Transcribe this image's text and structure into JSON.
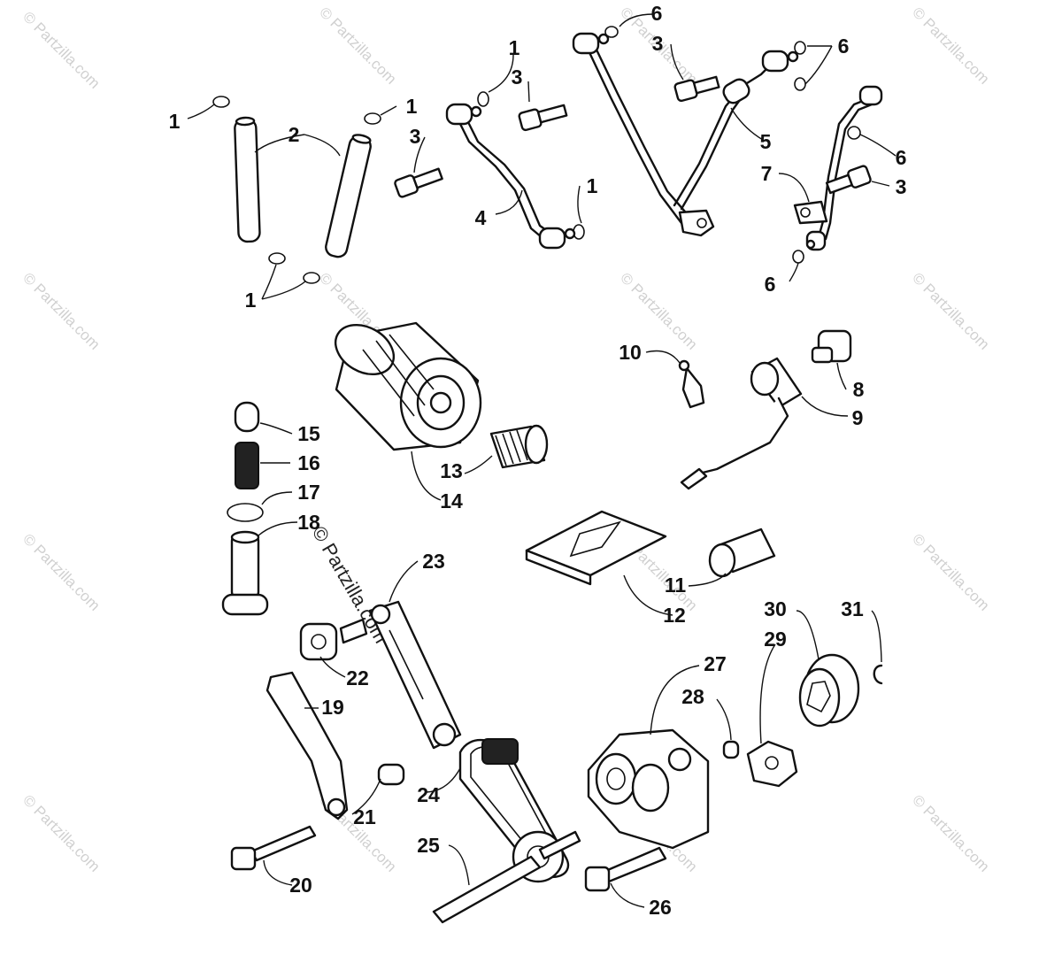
{
  "watermark": {
    "text": "© Partzilla.com",
    "center_text": "© Partzilla.com"
  },
  "callouts": {
    "c1a": "1",
    "c1b": "1",
    "c1c": "1",
    "c1d": "1",
    "c1e": "1",
    "c2": "2",
    "c3a": "3",
    "c3b": "3",
    "c3c": "3",
    "c3d": "3",
    "c4": "4",
    "c5": "5",
    "c6a": "6",
    "c6b": "6",
    "c6c": "6",
    "c6d": "6",
    "c7": "7",
    "c8": "8",
    "c9": "9",
    "c10": "10",
    "c11": "11",
    "c12": "12",
    "c13": "13",
    "c14": "14",
    "c15": "15",
    "c16": "16",
    "c17": "17",
    "c18": "18",
    "c19": "19",
    "c20": "20",
    "c21": "21",
    "c22": "22",
    "c23": "23",
    "c24": "24",
    "c25": "25",
    "c26": "26",
    "c27": "27",
    "c28": "28",
    "c29": "29",
    "c30": "30",
    "c31": "31"
  }
}
